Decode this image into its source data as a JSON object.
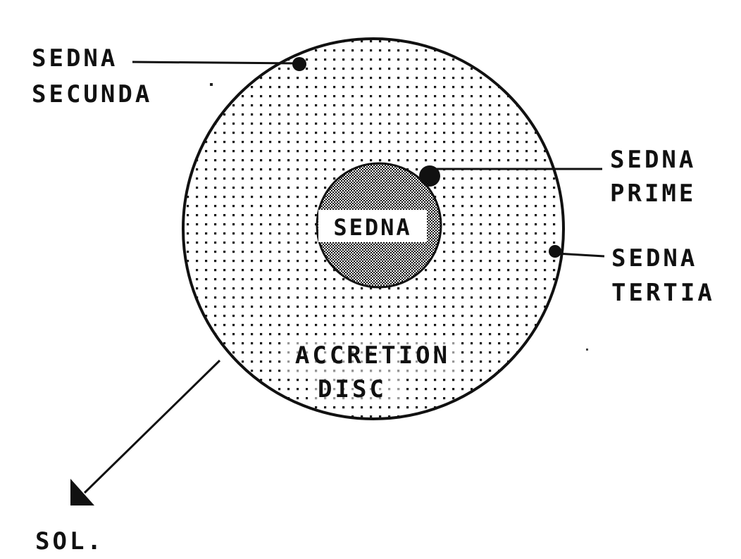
{
  "colors": {
    "ink": "#111111",
    "disc_dots": "#1a1a1a",
    "core_fill": "#8a8a8a",
    "background": "#ffffff"
  },
  "labels": {
    "sedna_secunda": [
      "SEDNA",
      "SECUNDA"
    ],
    "sedna_prime": [
      "SEDNA",
      "PRIME"
    ],
    "sedna_tertia": [
      "SEDNA",
      "TERTIA"
    ],
    "core": "SEDNA",
    "accretion_disc": [
      "ACCRETION",
      "DISC"
    ],
    "sol": "SOL."
  }
}
